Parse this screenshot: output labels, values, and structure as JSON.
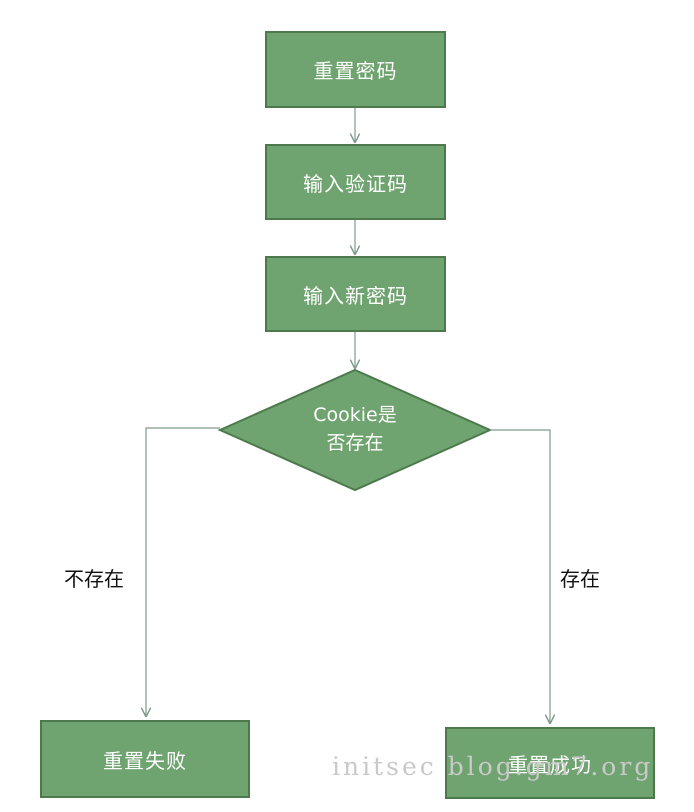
{
  "nodes": {
    "reset_password": "重置密码",
    "enter_code": "输入验证码",
    "enter_new_password": "输入新密码",
    "decision_line1": "Cookie是",
    "decision_line2": "否存在",
    "reset_failed": "重置失败",
    "reset_success": "重置成功"
  },
  "edges": {
    "not_exist_label": "不存在",
    "exist_label": "存在"
  },
  "watermark": "initsec blog.gm7.org",
  "colors": {
    "node_fill": "#6fa36f",
    "node_border": "#4d7a4d",
    "connector": "#7f9a8a"
  }
}
